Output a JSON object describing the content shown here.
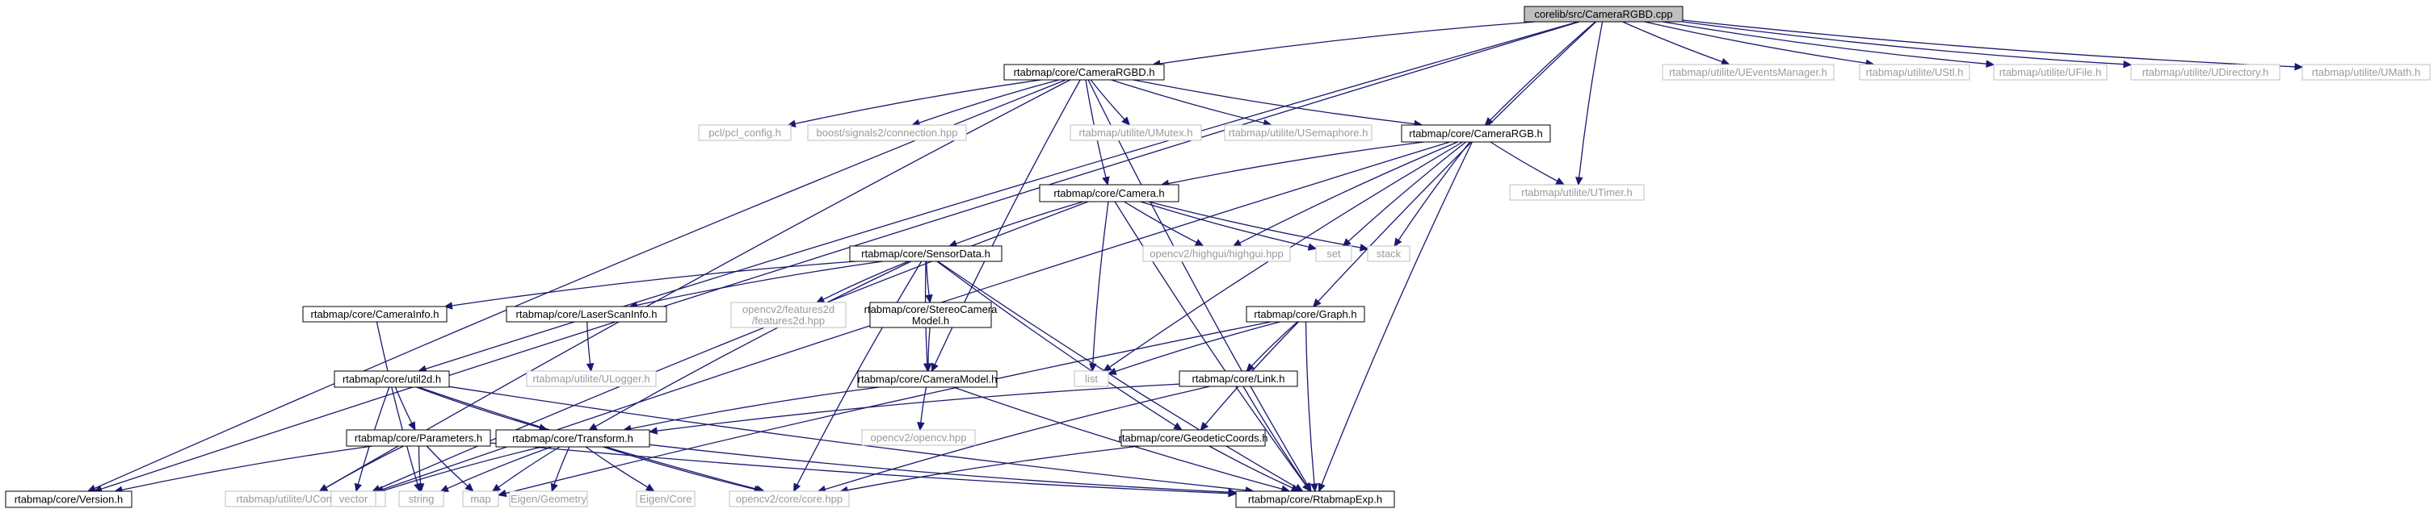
{
  "diagram": {
    "nodes": [
      {
        "id": "root",
        "label": [
          "corelib/src/CameraRGBD.cpp"
        ],
        "kind": "root"
      },
      {
        "id": "crgbdh",
        "label": [
          "rtabmap/core/CameraRGBD.h"
        ],
        "kind": "local"
      },
      {
        "id": "crgb",
        "label": [
          "rtabmap/core/CameraRGB.h"
        ],
        "kind": "local"
      },
      {
        "id": "cam",
        "label": [
          "rtabmap/core/Camera.h"
        ],
        "kind": "local"
      },
      {
        "id": "sd",
        "label": [
          "rtabmap/core/SensorData.h"
        ],
        "kind": "local"
      },
      {
        "id": "ci",
        "label": [
          "rtabmap/core/CameraInfo.h"
        ],
        "kind": "local"
      },
      {
        "id": "lsi",
        "label": [
          "rtabmap/core/LaserScanInfo.h"
        ],
        "kind": "local"
      },
      {
        "id": "scm",
        "label": [
          "rtabmap/core/StereoCamera",
          "Model.h"
        ],
        "kind": "local"
      },
      {
        "id": "cm",
        "label": [
          "rtabmap/core/CameraModel.h"
        ],
        "kind": "local"
      },
      {
        "id": "graph",
        "label": [
          "rtabmap/core/Graph.h"
        ],
        "kind": "local"
      },
      {
        "id": "link",
        "label": [
          "rtabmap/core/Link.h"
        ],
        "kind": "local"
      },
      {
        "id": "gc",
        "label": [
          "rtabmap/core/GeodeticCoords.h"
        ],
        "kind": "local"
      },
      {
        "id": "u2d",
        "label": [
          "rtabmap/core/util2d.h"
        ],
        "kind": "local"
      },
      {
        "id": "params",
        "label": [
          "rtabmap/core/Parameters.h"
        ],
        "kind": "local"
      },
      {
        "id": "tf",
        "label": [
          "rtabmap/core/Transform.h"
        ],
        "kind": "local"
      },
      {
        "id": "ver",
        "label": [
          "rtabmap/core/Version.h"
        ],
        "kind": "local"
      },
      {
        "id": "rexp",
        "label": [
          "rtabmap/core/RtabmapExp.h"
        ],
        "kind": "local"
      },
      {
        "id": "uem",
        "label": [
          "rtabmap/utilite/UEventsManager.h"
        ],
        "kind": "ext"
      },
      {
        "id": "ustl",
        "label": [
          "rtabmap/utilite/UStl.h"
        ],
        "kind": "ext"
      },
      {
        "id": "ufile",
        "label": [
          "rtabmap/utilite/UFile.h"
        ],
        "kind": "ext"
      },
      {
        "id": "udir",
        "label": [
          "rtabmap/utilite/UDirectory.h"
        ],
        "kind": "ext"
      },
      {
        "id": "umath",
        "label": [
          "rtabmap/utilite/UMath.h"
        ],
        "kind": "ext"
      },
      {
        "id": "pcl",
        "label": [
          "pcl/pcl_config.h"
        ],
        "kind": "ext"
      },
      {
        "id": "boost",
        "label": [
          "boost/signals2/connection.hpp"
        ],
        "kind": "ext"
      },
      {
        "id": "umutex",
        "label": [
          "rtabmap/utilite/UMutex.h"
        ],
        "kind": "ext"
      },
      {
        "id": "usem",
        "label": [
          "rtabmap/utilite/USemaphore.h"
        ],
        "kind": "ext"
      },
      {
        "id": "utimer",
        "label": [
          "rtabmap/utilite/UTimer.h"
        ],
        "kind": "ext"
      },
      {
        "id": "hg",
        "label": [
          "opencv2/highgui/highgui.hpp"
        ],
        "kind": "ext"
      },
      {
        "id": "set",
        "label": [
          "set"
        ],
        "kind": "ext"
      },
      {
        "id": "stack",
        "label": [
          "stack"
        ],
        "kind": "ext"
      },
      {
        "id": "f2d",
        "label": [
          "opencv2/features2d",
          "/features2d.hpp"
        ],
        "kind": "ext"
      },
      {
        "id": "ulog",
        "label": [
          "rtabmap/utilite/ULogger.h"
        ],
        "kind": "ext"
      },
      {
        "id": "list",
        "label": [
          "list"
        ],
        "kind": "ext"
      },
      {
        "id": "cvhpp",
        "label": [
          "opencv2/opencv.hpp"
        ],
        "kind": "ext"
      },
      {
        "id": "ucon",
        "label": [
          "rtabmap/utilite/UConversion.h"
        ],
        "kind": "ext"
      },
      {
        "id": "vector",
        "label": [
          "vector"
        ],
        "kind": "ext"
      },
      {
        "id": "string",
        "label": [
          "string"
        ],
        "kind": "ext"
      },
      {
        "id": "map",
        "label": [
          "map"
        ],
        "kind": "ext"
      },
      {
        "id": "egeo",
        "label": [
          "Eigen/Geometry"
        ],
        "kind": "ext"
      },
      {
        "id": "ecore",
        "label": [
          "Eigen/Core"
        ],
        "kind": "ext"
      },
      {
        "id": "cvcore",
        "label": [
          "opencv2/core/core.hpp"
        ],
        "kind": "ext"
      }
    ],
    "edges": [
      [
        "root",
        "crgbdh"
      ],
      [
        "root",
        "crgb"
      ],
      [
        "root",
        "utimer"
      ],
      [
        "root",
        "uem"
      ],
      [
        "root",
        "ustl"
      ],
      [
        "root",
        "ufile"
      ],
      [
        "root",
        "udir"
      ],
      [
        "root",
        "umath"
      ],
      [
        "root",
        "graph"
      ],
      [
        "root",
        "u2d"
      ],
      [
        "root",
        "ver"
      ],
      [
        "crgbdh",
        "pcl"
      ],
      [
        "crgbdh",
        "boost"
      ],
      [
        "crgbdh",
        "umutex"
      ],
      [
        "crgbdh",
        "usem"
      ],
      [
        "crgbdh",
        "crgb"
      ],
      [
        "crgbdh",
        "cam"
      ],
      [
        "crgbdh",
        "cm"
      ],
      [
        "crgbdh",
        "rexp"
      ],
      [
        "crgbdh",
        "ucon"
      ],
      [
        "crgbdh",
        "ver"
      ],
      [
        "crgb",
        "cam"
      ],
      [
        "crgb",
        "utimer"
      ],
      [
        "crgb",
        "hg"
      ],
      [
        "crgb",
        "set"
      ],
      [
        "crgb",
        "stack"
      ],
      [
        "crgb",
        "list"
      ],
      [
        "crgb",
        "rexp"
      ],
      [
        "crgb",
        "vector"
      ],
      [
        "cam",
        "sd"
      ],
      [
        "cam",
        "hg"
      ],
      [
        "cam",
        "set"
      ],
      [
        "cam",
        "stack"
      ],
      [
        "cam",
        "list"
      ],
      [
        "cam",
        "rexp"
      ],
      [
        "cam",
        "vector"
      ],
      [
        "sd",
        "ci"
      ],
      [
        "sd",
        "lsi"
      ],
      [
        "sd",
        "f2d"
      ],
      [
        "sd",
        "scm"
      ],
      [
        "sd",
        "cm"
      ],
      [
        "sd",
        "tf"
      ],
      [
        "sd",
        "gc"
      ],
      [
        "sd",
        "cvcore"
      ],
      [
        "sd",
        "rexp"
      ],
      [
        "ci",
        "string"
      ],
      [
        "lsi",
        "ulog"
      ],
      [
        "scm",
        "cm"
      ],
      [
        "cm",
        "tf"
      ],
      [
        "cm",
        "cvhpp"
      ],
      [
        "cm",
        "rexp"
      ],
      [
        "graph",
        "list"
      ],
      [
        "graph",
        "link"
      ],
      [
        "graph",
        "gc"
      ],
      [
        "graph",
        "rexp"
      ],
      [
        "graph",
        "map"
      ],
      [
        "link",
        "tf"
      ],
      [
        "link",
        "rexp"
      ],
      [
        "link",
        "cvcore"
      ],
      [
        "gc",
        "rexp"
      ],
      [
        "gc",
        "cvcore"
      ],
      [
        "u2d",
        "params"
      ],
      [
        "u2d",
        "tf"
      ],
      [
        "u2d",
        "vector"
      ],
      [
        "u2d",
        "cvcore"
      ],
      [
        "u2d",
        "rexp"
      ],
      [
        "params",
        "ver"
      ],
      [
        "params",
        "ucon"
      ],
      [
        "params",
        "string"
      ],
      [
        "params",
        "map"
      ],
      [
        "params",
        "rexp"
      ],
      [
        "tf",
        "vector"
      ],
      [
        "tf",
        "string"
      ],
      [
        "tf",
        "map"
      ],
      [
        "tf",
        "egeo"
      ],
      [
        "tf",
        "ecore"
      ],
      [
        "tf",
        "cvcore"
      ],
      [
        "tf",
        "rexp"
      ]
    ]
  }
}
